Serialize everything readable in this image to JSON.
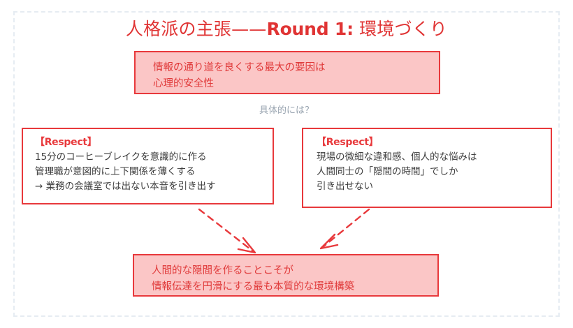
{
  "slide": {
    "title_main": "人格派の主張——",
    "title_bold": "Round 1:",
    "title_tail": " 環境づくり",
    "accent_color": "#e8393c",
    "title_color": "#e03434",
    "fill_color": "#fbc6c6",
    "frame_color": "#e6ecf2",
    "muted_color": "#9aa5b1",
    "body_color": "#3d3d3d"
  },
  "premise_box": {
    "lines": [
      "情報の通り道を良くする最大の要因は",
      "心理的安全性"
    ]
  },
  "connector": {
    "label": "具体的には？"
  },
  "left_box": {
    "heading": "【Respect】",
    "lines": [
      "15分のコーヒーブレイクを意識的に作る",
      "管理職が意図的に上下関係を薄くする",
      "→ 業務の会議室では出ない本音を引き出す"
    ]
  },
  "right_box": {
    "heading": "【Respect】",
    "lines": [
      "現場の微細な違和感、個人的な悩みは",
      "人間同士の「隠間の時間」でしか",
      "引き出せない"
    ]
  },
  "conclusion_box": {
    "lines": [
      "人間的な隠間を作ることこそが",
      "情報伝達を円滑にする最も本質的な環境構築"
    ]
  },
  "arrows": [
    {
      "name": "left-to-conclusion",
      "direction": "down-right"
    },
    {
      "name": "right-to-conclusion",
      "direction": "down-left"
    }
  ]
}
